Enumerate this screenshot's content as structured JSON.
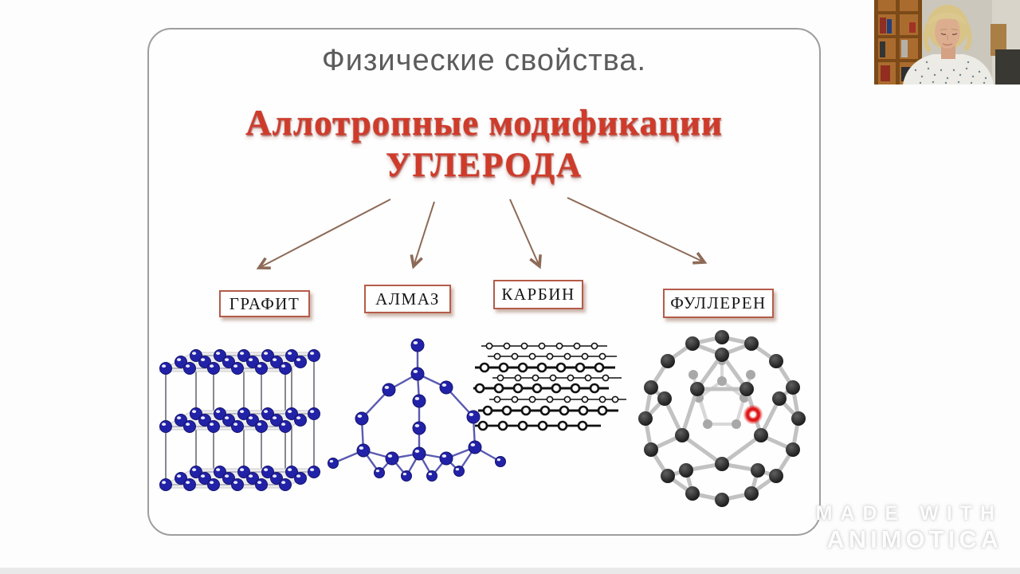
{
  "video": {
    "slide": {
      "title": "Физические свойства.",
      "heading_line1": "Аллотропные модификации",
      "heading_line2": "УГЛЕРОДА",
      "modifications": [
        {
          "label": "ГРАФИТ",
          "illustration": "graphite-layered-lattice-icon"
        },
        {
          "label": "АЛМАЗ",
          "illustration": "diamond-tetrahedral-lattice-icon"
        },
        {
          "label": "КАРБИН",
          "illustration": "carbyne-linear-chains-icon"
        },
        {
          "label": "ФУЛЛЕРЕН",
          "illustration": "fullerene-c60-ball-icon"
        }
      ],
      "pointer": "red-laser-dot"
    },
    "watermark": {
      "line1": "MADE WITH",
      "line2": "ANIMOTICA"
    },
    "colors": {
      "title_gray": "#5c5c5c",
      "heading_red": "#cf3b2a",
      "box_border": "#b35c4a",
      "arrow_brown": "#8d6a57",
      "atom_blue": "#2222a8",
      "laser_red": "#e01818"
    }
  }
}
